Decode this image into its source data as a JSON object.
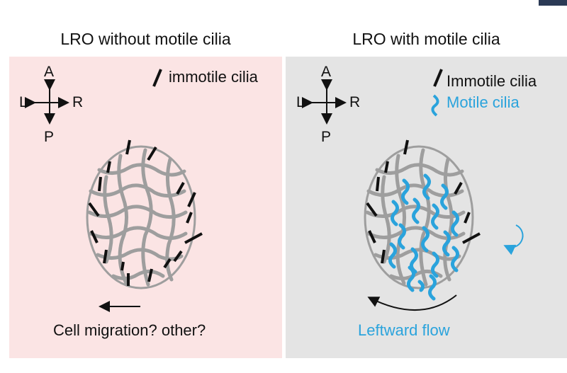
{
  "titles": {
    "left": "LRO without motile cilia",
    "right": "LRO with motile cilia"
  },
  "axes": {
    "anterior": "A",
    "posterior": "P",
    "left": "L",
    "right": "R"
  },
  "left_panel": {
    "legend_label": "immotile cilia",
    "caption": "Cell migration? other?"
  },
  "right_panel": {
    "legend_immotile": "Immotile cilia",
    "legend_motile": "Motile cilia",
    "caption": "Leftward flow"
  },
  "colors": {
    "left_background": "#fbe4e4",
    "right_background": "#e4e4e4",
    "motile_cilia": "#2aa3dc",
    "immotile_cilia": "#111111",
    "cell_mesh": "#9e9e9e"
  }
}
